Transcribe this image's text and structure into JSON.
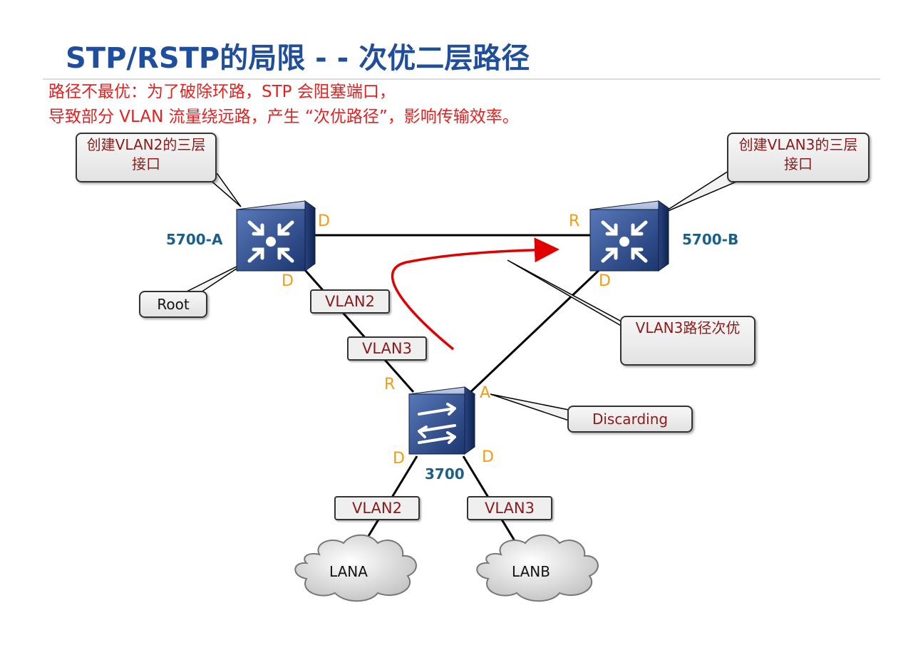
{
  "title": "STP/RSTP的局限 - - 次优二层路径",
  "notes": [
    "路径不最优：为了破除环路，STP 会阻塞端口，",
    "导致部分 VLAN 流量绕远路，产生 “次优路径”，影响传输效率。"
  ],
  "devices": {
    "switch_a": "5700-A",
    "switch_b": "5700-B",
    "access_switch": "3700"
  },
  "callouts": {
    "vlan2_l3": "创建VLAN2的三层接口",
    "vlan3_l3": "创建VLAN3的三层接口",
    "root": "Root",
    "suboptimal": "VLAN3路径次优",
    "discarding": "Discarding"
  },
  "ports": {
    "a_right": "D",
    "a_bottom": "D",
    "b_left": "R",
    "b_bottom": "D",
    "s_left": "R",
    "s_right": "A",
    "s_bottom_left": "D",
    "s_bottom_right": "D"
  },
  "vlan_tags": {
    "link_a_vlan2": "VLAN2",
    "link_a_vlan3": "VLAN3",
    "lana": "VLAN2",
    "lanb": "VLAN3"
  },
  "clouds": {
    "lana": "LANA",
    "lanb": "LANB"
  },
  "colors": {
    "title": "#1f4e9c",
    "note": "#e32121",
    "port_role": "#f39c12",
    "device_label": "#1c5f8a",
    "vlan_text": "#8b1a1a",
    "traffic_arrow": "#e00000"
  }
}
